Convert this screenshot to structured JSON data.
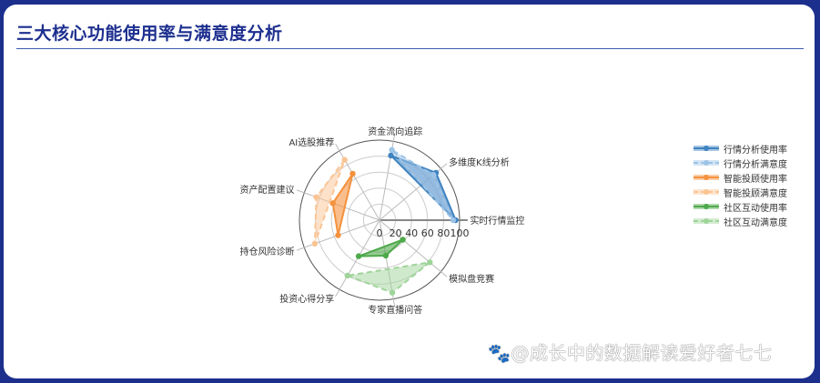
{
  "page": {
    "title": "三大核心功能使用率与满意度分析",
    "watermark": "🐾@成长中的数据解读爱好者七七"
  },
  "colors": {
    "frame": "#1c2f8c",
    "title": "#1d2f8f",
    "blue_usage": "#3f83c1",
    "blue_satisfaction": "#9dc3e6",
    "orange_usage": "#f5923e",
    "orange_satisfaction": "#fbc493",
    "green_usage": "#4ea94a",
    "green_satisfaction": "#9fd49a"
  },
  "chart_data": {
    "type": "radar",
    "title": "三大核心功能使用率与满意度分析",
    "axes": [
      "实时行情监控",
      "多维度K线分析",
      "资金流向追踪",
      "AI选股推荐",
      "资产配置建议",
      "持仓风险诊断",
      "投资心得分享",
      "专家直播问答",
      "模拟盘竞赛"
    ],
    "radial_ticks": [
      0,
      20,
      40,
      60,
      80,
      100
    ],
    "rlim": [
      0,
      100
    ],
    "legend_position": "right",
    "series": [
      {
        "name": "行情分析使用率",
        "axes": [
          "实时行情监控",
          "多维度K线分析",
          "资金流向追踪"
        ],
        "values": [
          95,
          92,
          82
        ],
        "style": "solid"
      },
      {
        "name": "行情分析满意度",
        "axes": [
          "实时行情监控",
          "多维度K线分析",
          "资金流向追踪"
        ],
        "values": [
          92,
          88,
          89
        ],
        "style": "dashed"
      },
      {
        "name": "智能投顾使用率",
        "axes": [
          "AI选股推荐",
          "资产配置建议",
          "持仓风险诊断"
        ],
        "values": [
          67,
          62,
          55
        ],
        "style": "solid"
      },
      {
        "name": "智能投顾满意度",
        "axes": [
          "AI选股推荐",
          "资产配置建议",
          "持仓风险诊断"
        ],
        "values": [
          87,
          84,
          86
        ],
        "style": "dashed"
      },
      {
        "name": "社区互动使用率",
        "axes": [
          "投资心得分享",
          "专家直播问答",
          "模拟盘竞赛"
        ],
        "values": [
          52,
          45,
          38
        ],
        "style": "solid"
      },
      {
        "name": "社区互动满意度",
        "axes": [
          "投资心得分享",
          "专家直播问答",
          "模拟盘竞赛"
        ],
        "values": [
          80,
          92,
          82
        ],
        "style": "dashed"
      }
    ]
  },
  "legend": {
    "items": [
      {
        "label": "行情分析使用率",
        "color": "#3f83c1",
        "dashed": false
      },
      {
        "label": "行情分析满意度",
        "color": "#9dc3e6",
        "dashed": true
      },
      {
        "label": "智能投顾使用率",
        "color": "#f5923e",
        "dashed": false
      },
      {
        "label": "智能投顾满意度",
        "color": "#fbc493",
        "dashed": true
      },
      {
        "label": "社区互动使用率",
        "color": "#4ea94a",
        "dashed": false
      },
      {
        "label": "社区互动满意度",
        "color": "#9fd49a",
        "dashed": true
      }
    ]
  }
}
